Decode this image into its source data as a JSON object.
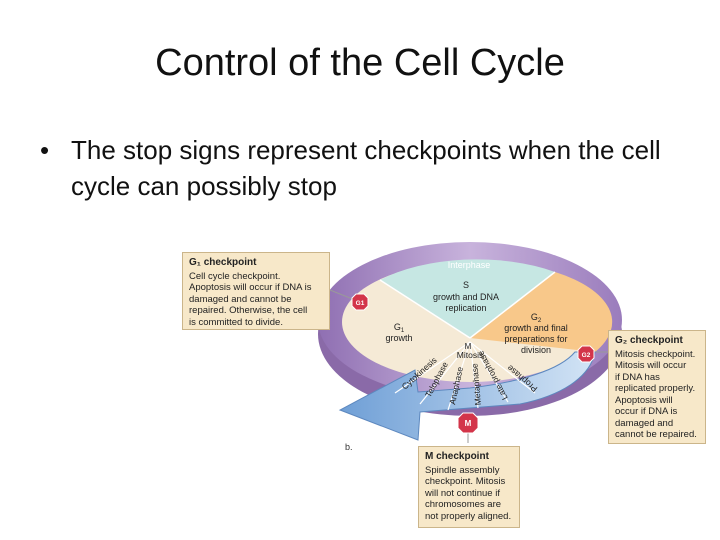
{
  "slide": {
    "title": "Control of the Cell Cycle",
    "bullet": "The stop signs represent checkpoints when the cell cycle can possibly stop"
  },
  "diagram": {
    "interphase": "Interphase",
    "s_label": "S",
    "s_desc_1": "growth and DNA",
    "s_desc_2": "replication",
    "g1_label": "G",
    "g1_sub": "1",
    "g1_desc": "growth",
    "g2_label": "G",
    "g2_sub": "2",
    "g2_desc_1": "growth and final",
    "g2_desc_2": "preparations for",
    "g2_desc_3": "division",
    "m_label": "M",
    "mitosis": "Mitosis",
    "phases": [
      "Cytokinesis",
      "Telophase",
      "Anaphase",
      "Metaphase",
      "Late prophase",
      "Prophase"
    ],
    "panel_letter": "b.",
    "stop_signs": {
      "g1": "G1",
      "g2": "G2",
      "m": "M"
    },
    "colors": {
      "ring": "#a98cc4",
      "s_sector": "#c6e7e3",
      "g1_sector": "#f5ead6",
      "g2_sector": "#f8c88a",
      "mitosis_arrow": "#aecbea",
      "stop_sign": "#d3354a",
      "callout": "#f7e8c9"
    }
  },
  "callouts": {
    "g1": {
      "title": "G₁ checkpoint",
      "body": "Cell cycle checkpoint.\nApoptosis will occur if DNA is\ndamaged and cannot be\nrepaired. Otherwise, the cell\nis committed to divide."
    },
    "g2": {
      "title": "G₂ checkpoint",
      "body": "Mitosis checkpoint.\nMitosis will occur\nif DNA has\nreplicated properly.\nApoptosis will\noccur if DNA is\ndamaged and\ncannot be repaired."
    },
    "m": {
      "title": "M checkpoint",
      "body": "Spindle assembly\ncheckpoint. Mitosis\nwill not continue if\nchromosomes are\nnot properly aligned."
    }
  }
}
